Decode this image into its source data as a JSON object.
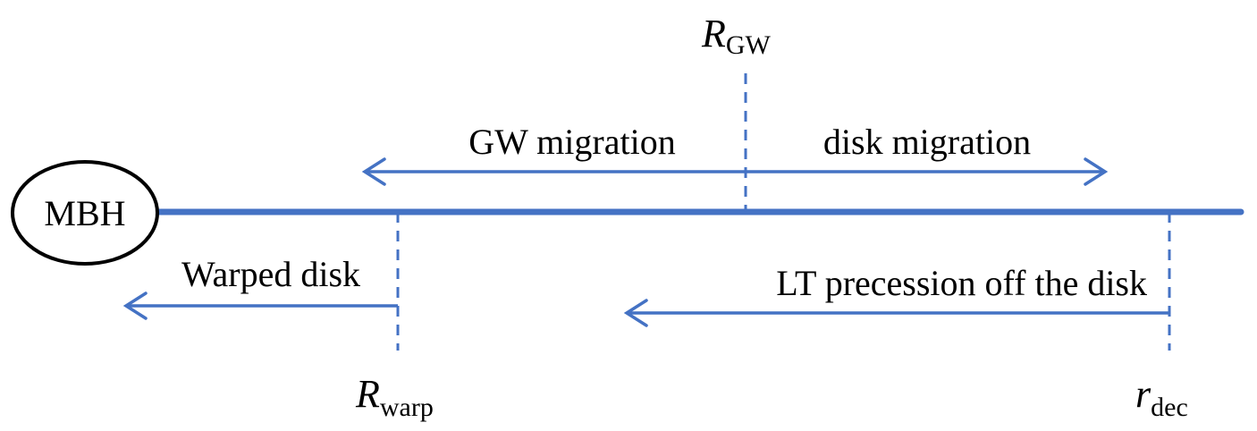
{
  "diagram": {
    "colors": {
      "axis": "#4472C4",
      "text": "#000000",
      "node_border": "#000000",
      "background": "#ffffff"
    },
    "node": {
      "label": "MBH"
    },
    "markers": {
      "r_gw": {
        "symbol": "R",
        "subscript": "GW"
      },
      "r_warp": {
        "symbol": "R",
        "subscript": "warp"
      },
      "r_dec": {
        "symbol": "r",
        "subscript": "dec"
      }
    },
    "arrows": {
      "gw_migration": {
        "label": "GW migration",
        "direction": "left"
      },
      "disk_migration": {
        "label": "disk migration",
        "direction": "right"
      },
      "warped_disk": {
        "label": "Warped disk",
        "direction": "left"
      },
      "lt_precession": {
        "label": "LT precession off the disk",
        "direction": "left"
      }
    }
  }
}
